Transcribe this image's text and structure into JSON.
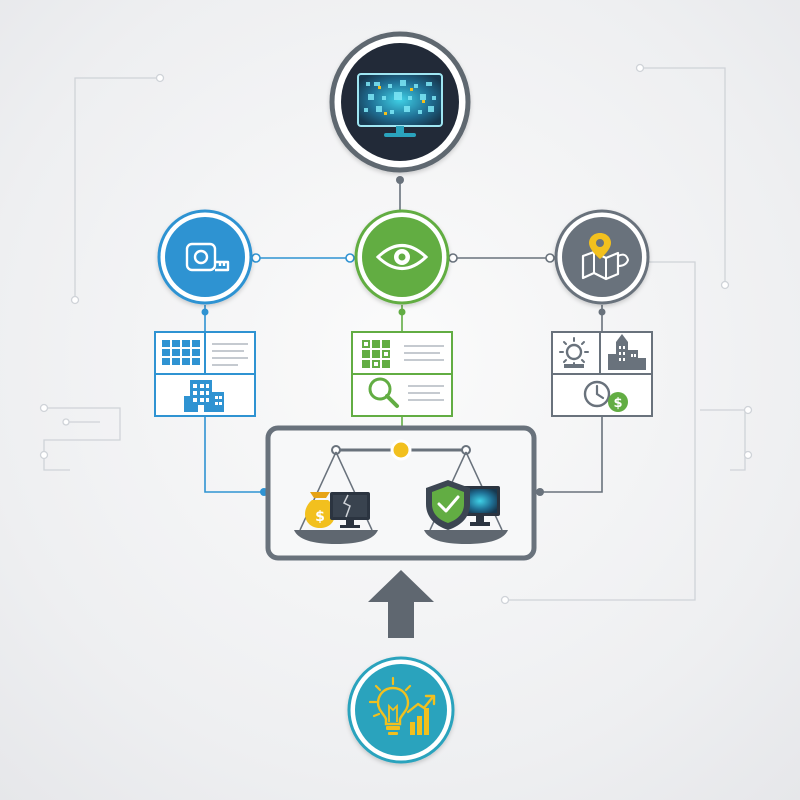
{
  "diagram": {
    "colors": {
      "blue": "#2f93d2",
      "green": "#62ad43",
      "gray": "#69727c",
      "dark": "#222b38",
      "teal": "#2aa3bd",
      "gold": "#f2c01e",
      "line_light": "#cfd3d8"
    },
    "nodes": [
      {
        "id": "monitor-node",
        "icon": "data-monitor-icon",
        "color": "dark"
      },
      {
        "id": "measure-node",
        "icon": "tape-measure-icon",
        "color": "blue"
      },
      {
        "id": "observe-node",
        "icon": "eye-icon",
        "color": "green"
      },
      {
        "id": "location-node",
        "icon": "map-pin-icon",
        "color": "gray"
      },
      {
        "id": "idea-node",
        "icon": "lightbulb-growth-icon",
        "color": "teal"
      }
    ],
    "panels": [
      {
        "id": "building-panel",
        "icons": [
          "grid-windows-icon",
          "office-building-icon"
        ],
        "color": "blue"
      },
      {
        "id": "search-panel",
        "icons": [
          "grid-tiles-icon",
          "magnifier-icon"
        ],
        "color": "green"
      },
      {
        "id": "sun-city-panel",
        "icons": [
          "sun-icon",
          "city-tower-icon",
          "clock-dollar-icon"
        ],
        "color": "gray"
      }
    ],
    "balance": {
      "left_pan": [
        "money-bag-icon",
        "broken-monitor-icon"
      ],
      "right_pan": [
        "shield-check-icon",
        "secure-monitor-icon"
      ],
      "dollar_symbol": "$"
    },
    "arrow": "up-arrow-icon"
  }
}
